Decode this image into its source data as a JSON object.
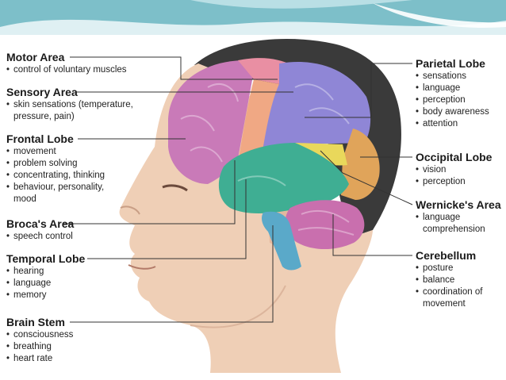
{
  "colors": {
    "banner": "#6fb6c1",
    "banner_light": "#cfe7ec",
    "motor": "#e98fa3",
    "sensory": "#f0a884",
    "frontal": "#c97ab8",
    "parietal": "#8f86d6",
    "occipital": "#e0a45a",
    "wernicke": "#e9d85b",
    "temporal": "#3fae93",
    "cerebellum": "#c96fae",
    "brainstem": "#5aa9c9",
    "skin": "#efcfb6",
    "hair": "#3a3a3a"
  },
  "labels": {
    "motor": {
      "title": "Motor Area",
      "items": [
        "control of voluntary muscles"
      ]
    },
    "sensory": {
      "title": "Sensory Area",
      "items": [
        "skin sensations (temperature,",
        "pressure, pain)"
      ]
    },
    "frontal": {
      "title": "Frontal Lobe",
      "items": [
        "movement",
        "problem solving",
        "concentrating, thinking",
        "behaviour, personality,",
        "mood"
      ]
    },
    "broca": {
      "title": "Broca's Area",
      "items": [
        "speech control"
      ]
    },
    "temporal": {
      "title": "Temporal Lobe",
      "items": [
        "hearing",
        "language",
        "memory"
      ]
    },
    "brainstem": {
      "title": "Brain Stem",
      "items": [
        "consciousness",
        "breathing",
        "heart rate"
      ]
    },
    "parietal": {
      "title": "Parietal Lobe",
      "items": [
        "sensations",
        "language",
        "perception",
        "body awareness",
        "attention"
      ]
    },
    "occipital": {
      "title": "Occipital Lobe",
      "items": [
        "vision",
        "perception"
      ]
    },
    "wernicke": {
      "title": "Wernicke's Area",
      "items": [
        "language",
        "comprehension"
      ]
    },
    "cerebellum": {
      "title": "Cerebellum",
      "items": [
        "posture",
        "balance",
        "coordination of",
        "movement"
      ]
    }
  }
}
